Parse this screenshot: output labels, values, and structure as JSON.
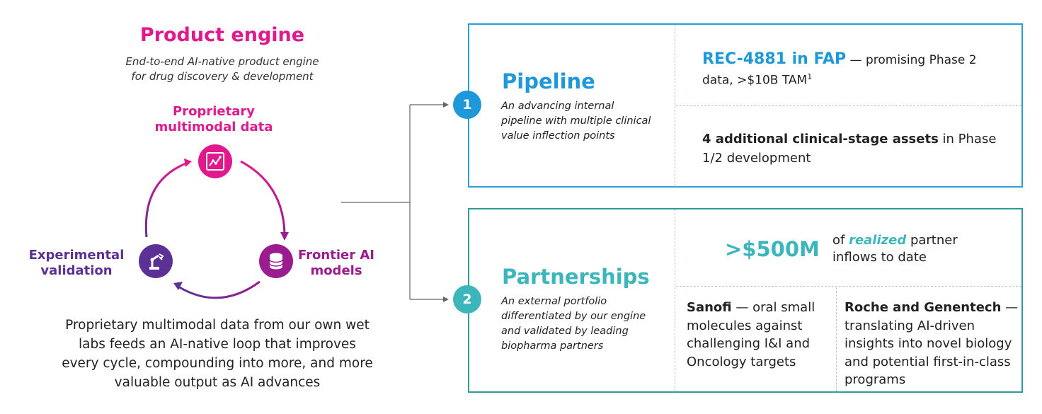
{
  "product_engine": {
    "title": "Product engine",
    "subtitle": "End-to-end AI-native product engine\nfor drug discovery & development",
    "nodes": {
      "data": "Proprietary\nmultimodal data",
      "validation": "Experimental\nvalidation",
      "models": "Frontier AI\nmodels"
    },
    "body": "Proprietary multimodal data from our own wet\nlabs feeds an AI-native loop that improves\nevery cycle, compounding into more, and more\nvaluable output as AI advances",
    "colors": {
      "magenta": "#e0198c",
      "purple": "#5b3196",
      "plum": "#9b1c8e"
    },
    "icons": {
      "data": "chart-icon",
      "validation": "robot-arm-icon",
      "models": "database-icon"
    }
  },
  "pipeline": {
    "number": "1",
    "title": "Pipeline",
    "description": "An advancing internal\npipeline with multiple clinical\nvalue inflection points",
    "rec_bold": "REC-4881 in FAP",
    "rec_text": " — promising Phase 2 data, >$10B TAM",
    "rec_sup": "1",
    "assets_bold": "4 additional clinical-stage assets",
    "assets_text": " in Phase 1/2 development",
    "color": "#1f98d9"
  },
  "partnerships": {
    "number": "2",
    "title": "Partnerships",
    "description": "An external portfolio\ndifferentiated by our engine\nand validated by leading\nbiopharma partners",
    "amount": ">$500M",
    "inflows_pre": "of ",
    "inflows_emph": "realized",
    "inflows_post": " partner inflows to date",
    "sanofi_bold": "Sanofi",
    "sanofi_text": " — oral small molecules against challenging I&I and Oncology targets",
    "roche_bold": "Roche and Genentech",
    "roche_text": " — translating AI-driven insights into novel biology and potential first-in-class programs",
    "color": "#3cb6bb"
  }
}
